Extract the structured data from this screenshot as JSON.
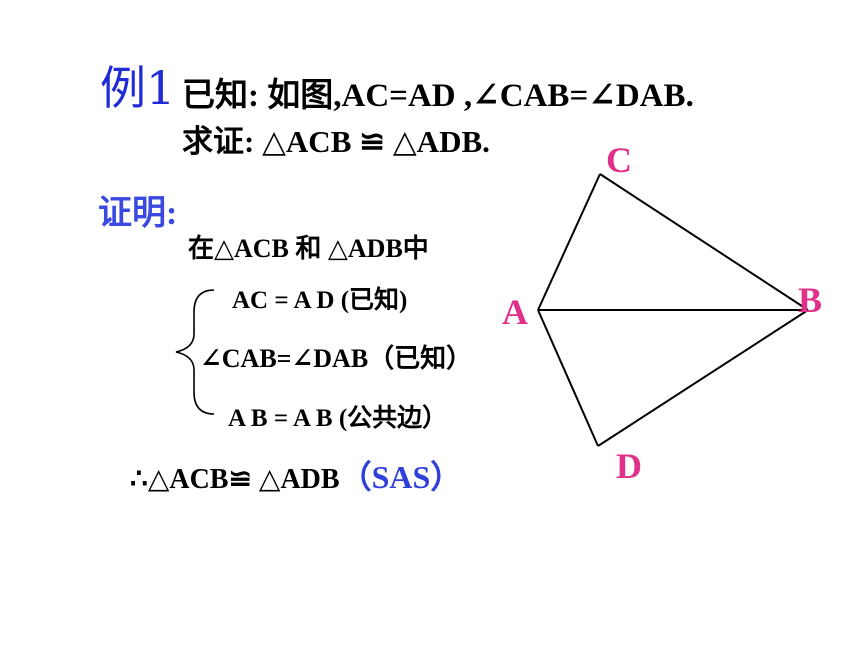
{
  "example": {
    "label": "例1",
    "given": "已知: 如图,AC=AD ,∠CAB=∠DAB.",
    "prove": "求证: △ACB ≌  △ADB."
  },
  "proof": {
    "label": "证明:",
    "in_line": "在△ACB 和 △ADB中",
    "steps": [
      "AC  =  A D (已知)",
      "∠CAB=∠DAB（已知）",
      "A B = A B   (公共边）"
    ],
    "conclusion": "∴△ACB≌  △ADB",
    "reason": "（SAS）"
  },
  "figure": {
    "labels": {
      "A": "A",
      "B": "B",
      "C": "C",
      "D": "D"
    },
    "label_color": "#e0308a"
  }
}
